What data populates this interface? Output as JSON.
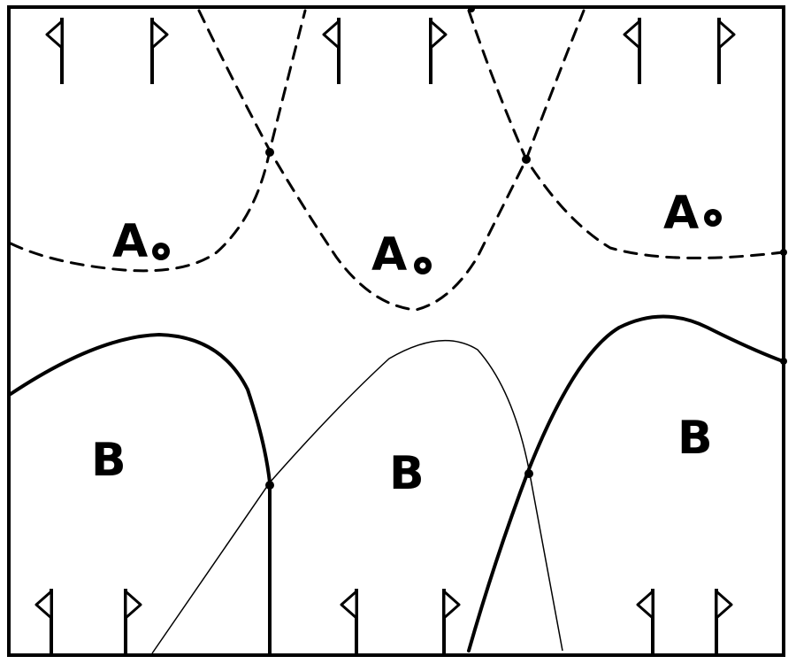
{
  "diagram": {
    "regions": [
      {
        "id": "a1",
        "letter": "A",
        "has_dot": true
      },
      {
        "id": "a2",
        "letter": "A",
        "has_dot": true
      },
      {
        "id": "a3",
        "letter": "A",
        "has_dot": true
      },
      {
        "id": "b1",
        "letter": "B",
        "has_dot": false
      },
      {
        "id": "b2",
        "letter": "B",
        "has_dot": false
      },
      {
        "id": "b3",
        "letter": "B",
        "has_dot": false
      }
    ],
    "top_flags": [
      "left",
      "right",
      "left",
      "right",
      "left",
      "right"
    ],
    "bottom_flags": [
      "left",
      "right",
      "left",
      "right",
      "left",
      "right"
    ],
    "colors": {
      "ink": "#000000",
      "background": "#ffffff"
    }
  }
}
